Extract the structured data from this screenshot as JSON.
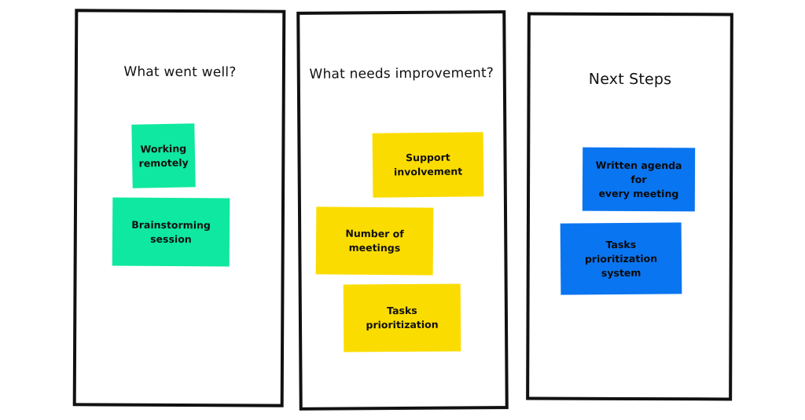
{
  "colors": {
    "green_note": "#0FE8A0",
    "yellow_note": "#FBDC00",
    "blue_note": "#0A75F0",
    "border": "#111111"
  },
  "columns": [
    {
      "title": "What went well?",
      "notes": [
        {
          "text": "Working\nremotely",
          "color": "green"
        },
        {
          "text": "Brainstorming\nsession",
          "color": "green"
        }
      ]
    },
    {
      "title": "What needs improvement?",
      "notes": [
        {
          "text": "Support\ninvolvement",
          "color": "yellow"
        },
        {
          "text": "Number of\nmeetings",
          "color": "yellow"
        },
        {
          "text": "Tasks prioritization",
          "color": "yellow"
        }
      ]
    },
    {
      "title": "Next Steps",
      "notes": [
        {
          "text": "Written agenda for\nevery meeting",
          "color": "blue"
        },
        {
          "text": "Tasks prioritization\nsystem",
          "color": "blue"
        }
      ]
    }
  ]
}
